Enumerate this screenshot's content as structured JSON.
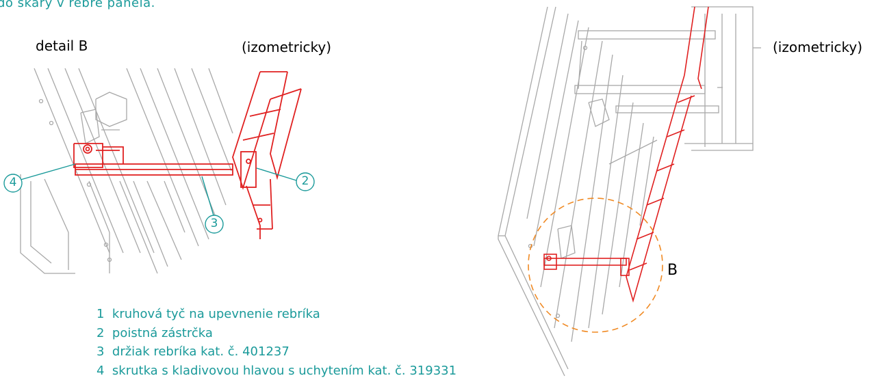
{
  "caption": "do škáry v rebre panela.",
  "detail": {
    "title": "detail B",
    "view_label": "(izometricky)"
  },
  "overview": {
    "view_label": "(izometricky)",
    "detail_marker": "B"
  },
  "callouts": [
    "2",
    "3",
    "4"
  ],
  "legend": [
    {
      "num": "1",
      "text": "kruhová tyč na upevnenie rebríka"
    },
    {
      "num": "2",
      "text": "poistná zástrčka"
    },
    {
      "num": "3",
      "text": "držiak rebríka kat. č. 401237"
    },
    {
      "num": "4",
      "text": "skrutka s kladivovou hlavou s uchytením kat. č. 319331"
    }
  ],
  "colors": {
    "accent_teal": "#1a9a9a",
    "ladder_red": "#e02020",
    "structure_gray": "#a8a8a8",
    "detail_circle": "#f08a24"
  }
}
